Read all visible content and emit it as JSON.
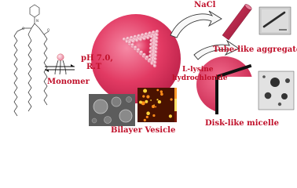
{
  "labels": {
    "nacl": "NaCl",
    "ph_line1": "pH 7.0,",
    "ph_line2": "R.T",
    "monomer": "Monomer",
    "tube": "Tube-like aggregate",
    "lysine_line1": "L-lysine",
    "lysine_line2": "hydrochloride",
    "disk": "Disk-like micelle",
    "bilayer": "Bilayer Vesicle"
  },
  "colors": {
    "vesicle_fill": "#e23a63",
    "vesicle_dark": "#b81f47",
    "bead": "#f2a7b8",
    "label_red": "#c0102a",
    "chain": "#333333",
    "afm_bg": "#4a1200",
    "afm_spot": "#ffd23a"
  },
  "icons": {
    "arrow_to_tube": "curved-arrow-icon",
    "arrow_to_disk": "curved-arrow-icon",
    "equilibrium": "equilibrium-arrows-icon",
    "disk_wedge": "wedge-cutout-icon"
  }
}
